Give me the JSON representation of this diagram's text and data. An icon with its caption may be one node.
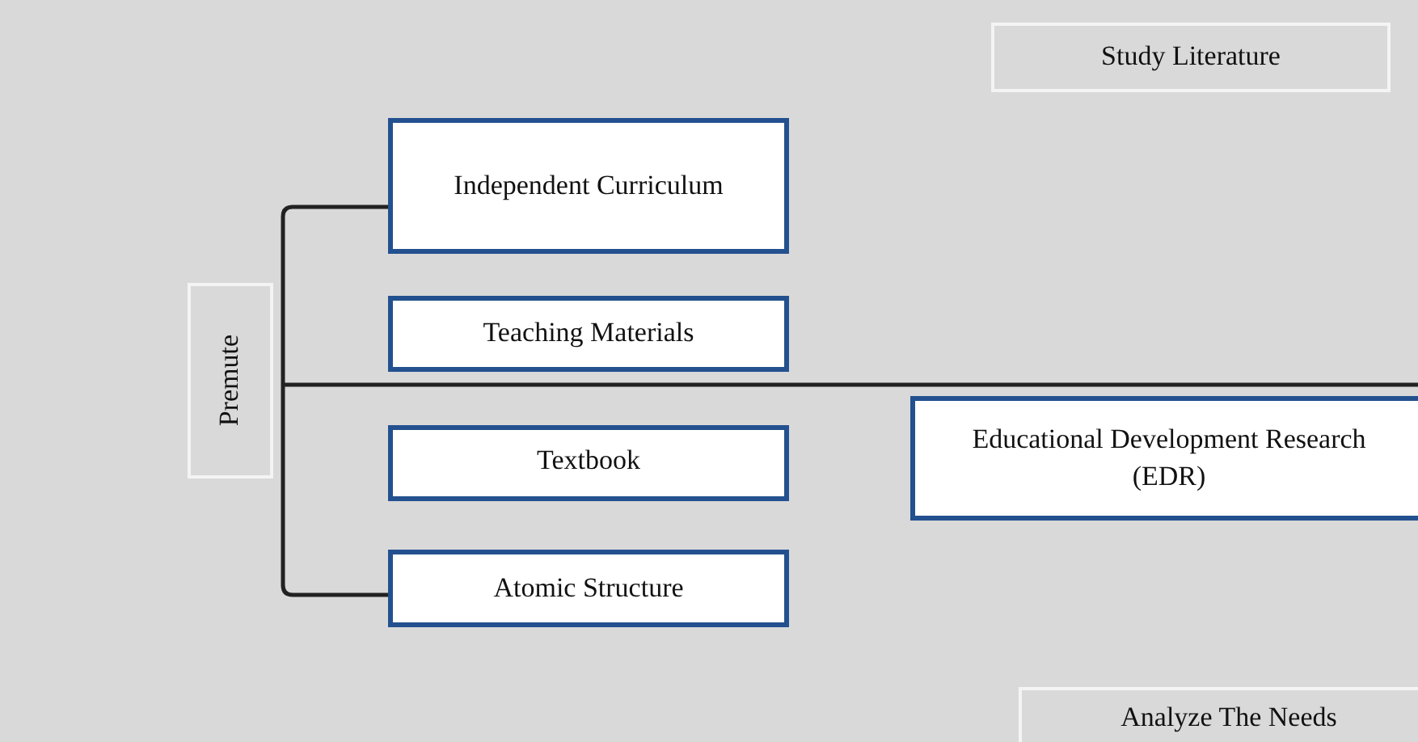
{
  "diagram": {
    "nodes": [
      {
        "text": [
          "Study Literature"
        ]
      },
      {
        "text": [
          "Independent Curriculum"
        ]
      },
      {
        "text": [
          "Teaching Materials"
        ]
      },
      {
        "text": [
          "Premute"
        ]
      },
      {
        "text": [
          "Textbook"
        ]
      },
      {
        "text": [
          "Educational Development Research (EDR)"
        ]
      },
      {
        "text": [
          "Atomic Structure"
        ]
      },
      {
        "text": [
          "Analyze The Needs"
        ]
      }
    ],
    "edges": [
      {
        "from": 1,
        "to": 6,
        "arrow": "none"
      }
    ]
  }
}
